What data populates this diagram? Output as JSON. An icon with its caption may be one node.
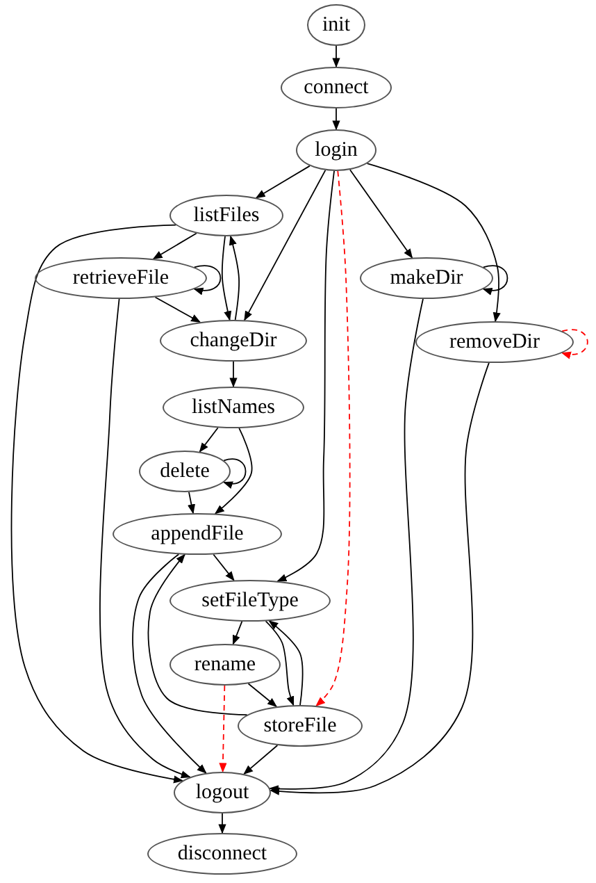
{
  "diagram": {
    "nodes": [
      {
        "text": [
          "init"
        ]
      },
      {
        "text": [
          "connect"
        ]
      },
      {
        "text": [
          "login"
        ]
      },
      {
        "text": [
          "listFiles"
        ]
      },
      {
        "text": [
          "retrieveFile"
        ]
      },
      {
        "text": [
          "makeDir"
        ]
      },
      {
        "text": [
          "changeDir"
        ]
      },
      {
        "text": [
          "removeDir"
        ]
      },
      {
        "text": [
          "listNames"
        ]
      },
      {
        "text": [
          "delete"
        ]
      },
      {
        "text": [
          "appendFile"
        ]
      },
      {
        "text": [
          "setFileType"
        ]
      },
      {
        "text": [
          "rename"
        ]
      },
      {
        "text": [
          "storeFile"
        ]
      },
      {
        "text": [
          "logout"
        ]
      },
      {
        "text": [
          "disconnect"
        ]
      }
    ],
    "edges": [
      {
        "from": 0,
        "to": 1,
        "arrow": "to"
      },
      {
        "from": 1,
        "to": 2,
        "arrow": "to"
      },
      {
        "from": 2,
        "to": 3,
        "arrow": "to"
      },
      {
        "from": 2,
        "to": 6,
        "arrow": "to"
      },
      {
        "from": 2,
        "to": 11,
        "arrow": "to"
      },
      {
        "from": 2,
        "to": 13,
        "arrow": "to",
        "style": "dashed",
        "color": "#ff0000"
      },
      {
        "from": 2,
        "to": 5,
        "arrow": "to"
      },
      {
        "from": 2,
        "to": 7,
        "arrow": "to"
      },
      {
        "from": 3,
        "to": 4,
        "arrow": "to"
      },
      {
        "from": 3,
        "to": 6,
        "arrow": "to"
      },
      {
        "from": 3,
        "to": 14,
        "arrow": "to"
      },
      {
        "from": 4,
        "to": 4,
        "arrow": "to"
      },
      {
        "from": 4,
        "to": 6,
        "arrow": "to"
      },
      {
        "from": 4,
        "to": 14,
        "arrow": "to"
      },
      {
        "from": 6,
        "to": 3,
        "arrow": "to"
      },
      {
        "from": 5,
        "to": 5,
        "arrow": "to"
      },
      {
        "from": 5,
        "to": 14,
        "arrow": "to"
      },
      {
        "from": 7,
        "to": 7,
        "arrow": "to",
        "style": "dashed",
        "color": "#ff0000"
      },
      {
        "from": 7,
        "to": 14,
        "arrow": "to"
      },
      {
        "from": 6,
        "to": 8,
        "arrow": "to"
      },
      {
        "from": 8,
        "to": 9,
        "arrow": "to"
      },
      {
        "from": 8,
        "to": 10,
        "arrow": "to"
      },
      {
        "from": 9,
        "to": 9,
        "arrow": "to"
      },
      {
        "from": 9,
        "to": 10,
        "arrow": "to"
      },
      {
        "from": 10,
        "to": 11,
        "arrow": "to"
      },
      {
        "from": 10,
        "to": 14,
        "arrow": "to"
      },
      {
        "from": 11,
        "to": 12,
        "arrow": "to"
      },
      {
        "from": 11,
        "to": 13,
        "arrow": "to"
      },
      {
        "from": 13,
        "to": 11,
        "arrow": "to"
      },
      {
        "from": 12,
        "to": 13,
        "arrow": "to"
      },
      {
        "from": 12,
        "to": 14,
        "arrow": "to",
        "style": "dashed",
        "color": "#ff0000"
      },
      {
        "from": 13,
        "to": 10,
        "arrow": "to"
      },
      {
        "from": 13,
        "to": 14,
        "arrow": "to"
      },
      {
        "from": 14,
        "to": 15,
        "arrow": "to"
      }
    ]
  }
}
